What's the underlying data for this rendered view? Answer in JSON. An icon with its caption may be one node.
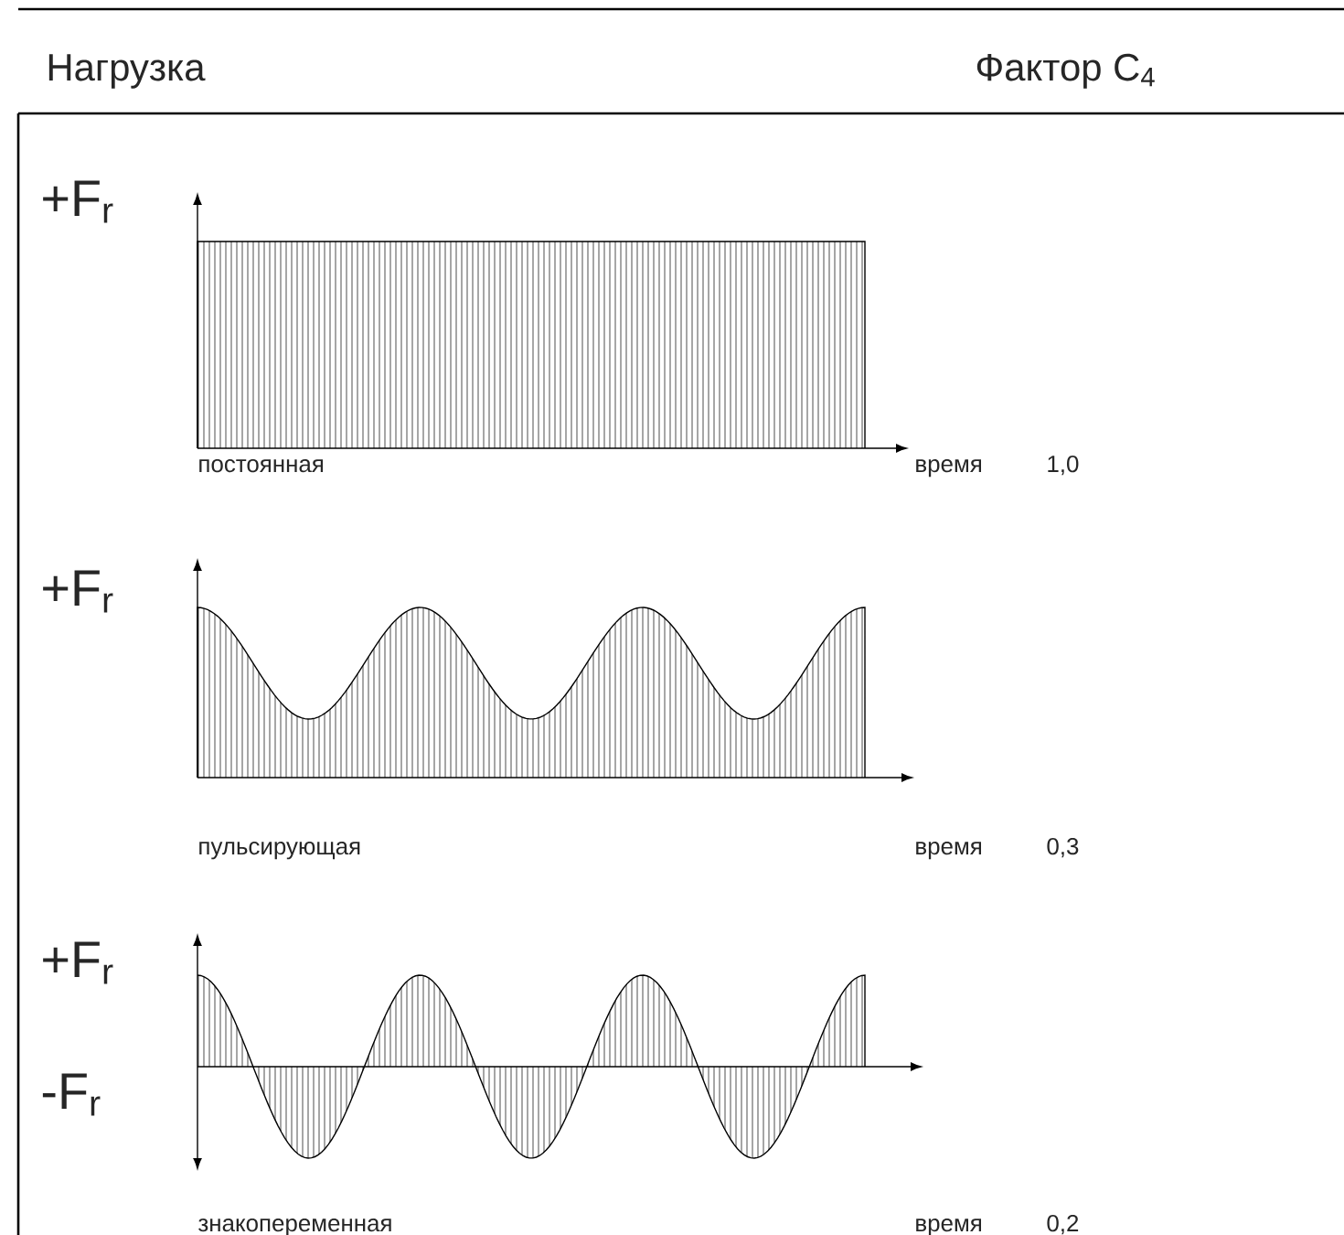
{
  "diagram": {
    "labels": [
      "Нагрузка",
      "Фактор C$_{4}$",
      "+F$_{r}$",
      "постоянная",
      "время",
      "1,0",
      "+F$_{r}$",
      "пульсирующая",
      "время",
      "0,3",
      "+F$_{r}$",
      "-F$_{r}$",
      "знакопеременная",
      "время",
      "0,2"
    ]
  }
}
